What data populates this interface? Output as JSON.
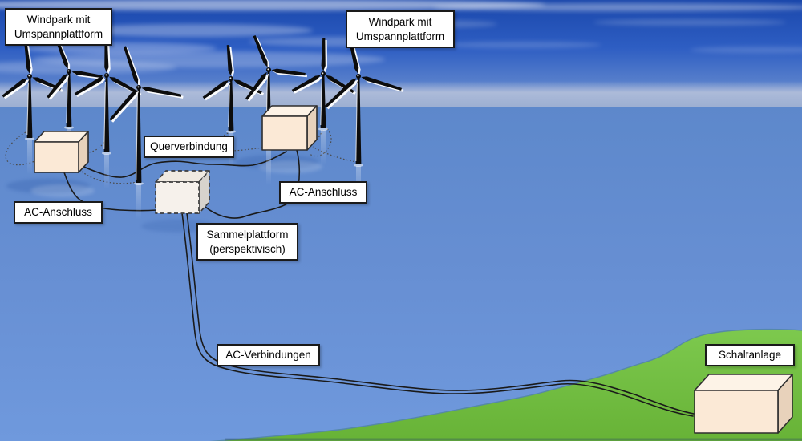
{
  "diagram": {
    "labels": {
      "windpark_left": "Windpark mit\nUmspannplattform",
      "windpark_right": "Windpark mit\nUmspannplattform",
      "querverbindung": "Querverbindung",
      "ac_anschluss_left": "AC-Anschluss",
      "ac_anschluss_right": "AC-Anschluss",
      "sammelplattform": "Sammelplattform\n(perspektivisch)",
      "ac_verbindungen": "AC-Verbindungen",
      "schaltanlage": "Schaltanlage"
    },
    "scene": {
      "windpark_count": 2,
      "turbines_left_windpark": 4,
      "turbines_right_windpark": 4,
      "offshore_transformer_platforms": 2,
      "collector_platforms": 1,
      "onshore_switchgear": 1
    }
  },
  "colors": {
    "sky_top": "#1a47ab",
    "sky_mid": "#2e5ec3",
    "sky_low": "#5b82cc",
    "sky_horizon": "#7e9dd3",
    "horizon_haze": "#b4c0da",
    "sea_top": "#5d88cb",
    "sea_mid": "#678fd3",
    "sea_bottom": "#6f99dd",
    "land_light": "#7dc94e",
    "land_dark": "#67b236",
    "shoreline": "#5588a8",
    "box_front": "#fbe9d6",
    "box_top": "#fdf3e7",
    "box_side": "#e8d2bb",
    "dashed_front": "#f6f1eb",
    "dashed_side": "#d7d3cd",
    "cable": "#1a1a1a",
    "infield_cable": "#4a4a4a",
    "label_bg": "#ffffff",
    "label_border": "#1a1a1a"
  }
}
